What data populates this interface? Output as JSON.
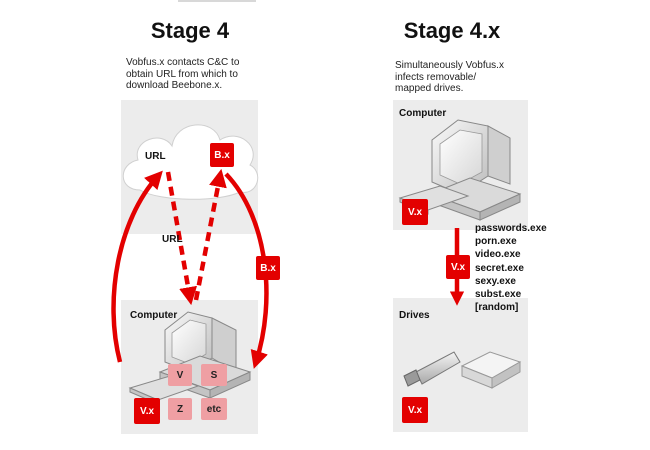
{
  "stage4": {
    "title": "Stage 4",
    "description_lines": [
      "Vobfus.x contacts C&C to",
      "obtain URL from which to",
      "download Beebone.x."
    ],
    "cloud": {
      "url_label": "URL",
      "badge": "B.x"
    },
    "arrow_url_label": "URL",
    "arrow_badge": "B.x",
    "computer": {
      "label": "Computer",
      "tiles": [
        "V",
        "S",
        "Z",
        "etc"
      ],
      "badge": "V.x"
    }
  },
  "stage4x": {
    "title": "Stage 4.x",
    "description_lines": [
      "Simultaneously Vobfus.x",
      "infects removable/",
      "mapped drives."
    ],
    "computer": {
      "label": "Computer",
      "badge": "V.x"
    },
    "arrow_badge": "V.x",
    "files": [
      "passwords.exe",
      "porn.exe",
      "video.exe",
      "secret.exe",
      "sexy.exe",
      "subst.exe",
      "[random]"
    ],
    "drives": {
      "label": "Drives",
      "badge": "V.x"
    }
  },
  "colors": {
    "accent": "#e30000",
    "light_tile": "#ef9fa3",
    "panel": "#ececec"
  }
}
